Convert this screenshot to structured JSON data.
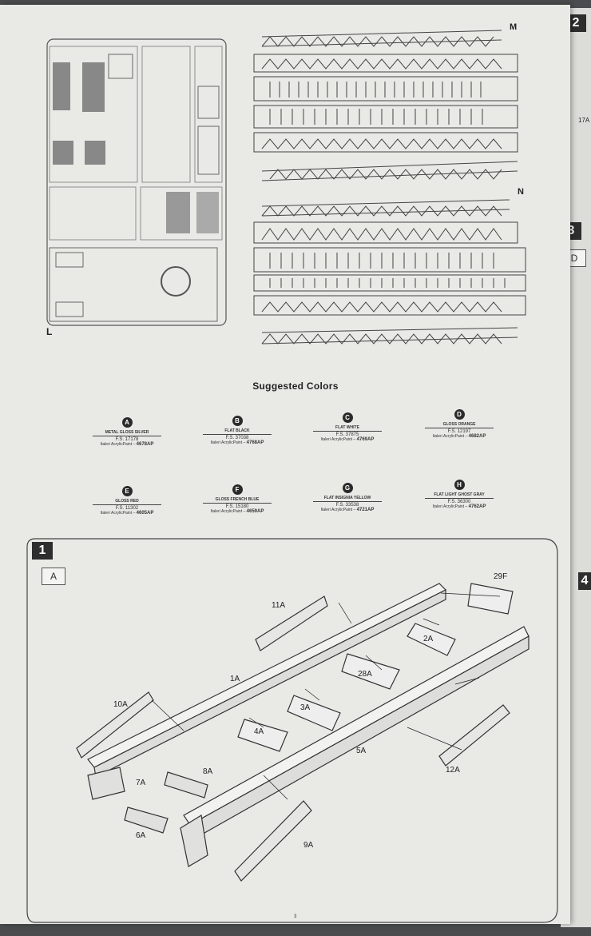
{
  "sprues": {
    "left_label": "L",
    "top_right_label": "M",
    "bottom_right_label": "N"
  },
  "colors_section": {
    "title": "Suggested Colors",
    "items": [
      {
        "letter": "A",
        "name": "Metal Gloss Silver",
        "fs": "F.S. 17178",
        "acrylic_prefix": "Italeri AcrylicPaint –",
        "acrylic_code": "4678AP"
      },
      {
        "letter": "B",
        "name": "Flat Black",
        "fs": "F.S. 37038",
        "acrylic_prefix": "Italeri AcrylicPaint –",
        "acrylic_code": "4768AP"
      },
      {
        "letter": "C",
        "name": "Flat White",
        "fs": "F.S. 37875",
        "acrylic_prefix": "Italeri AcrylicPaint –",
        "acrylic_code": "4769AP"
      },
      {
        "letter": "D",
        "name": "Gloss Orange",
        "fs": "F.S. 12197",
        "acrylic_prefix": "Italeri AcrylicPaint –",
        "acrylic_code": "4682AP"
      },
      {
        "letter": "E",
        "name": "Gloss Red",
        "fs": "F.S. 11302",
        "acrylic_prefix": "Italeri AcrylicPaint –",
        "acrylic_code": "4605AP"
      },
      {
        "letter": "F",
        "name": "Gloss French Blue",
        "fs": "F.S. 15180",
        "acrylic_prefix": "Italeri AcrylicPaint –",
        "acrylic_code": "4659AP"
      },
      {
        "letter": "G",
        "name": "Flat Insignia Yellow",
        "fs": "F.S. 33538",
        "acrylic_prefix": "Italeri AcrylicPaint –",
        "acrylic_code": "4721AP"
      },
      {
        "letter": "H",
        "name": "Flat Light Ghost Gray",
        "fs": "F.S. 36300",
        "acrylic_prefix": "Italeri AcrylicPaint –",
        "acrylic_code": "4762AP"
      }
    ]
  },
  "steps": {
    "step1_number": "1",
    "step1_sub": "A",
    "step2_number": "2",
    "step2_callout": "17A",
    "step3_number": "3",
    "step3_sub": "D",
    "step4_number": "4"
  },
  "callouts": {
    "c29F": "29F",
    "c11A": "11A",
    "c2A": "2A",
    "c28A": "28A",
    "c1A": "1A",
    "c10A": "10A",
    "c3A": "3A",
    "c4A": "4A",
    "c5A": "5A",
    "c8A": "8A",
    "c7A": "7A",
    "c12A": "12A",
    "c6A": "6A",
    "c9A": "9A"
  },
  "page_number": "3"
}
